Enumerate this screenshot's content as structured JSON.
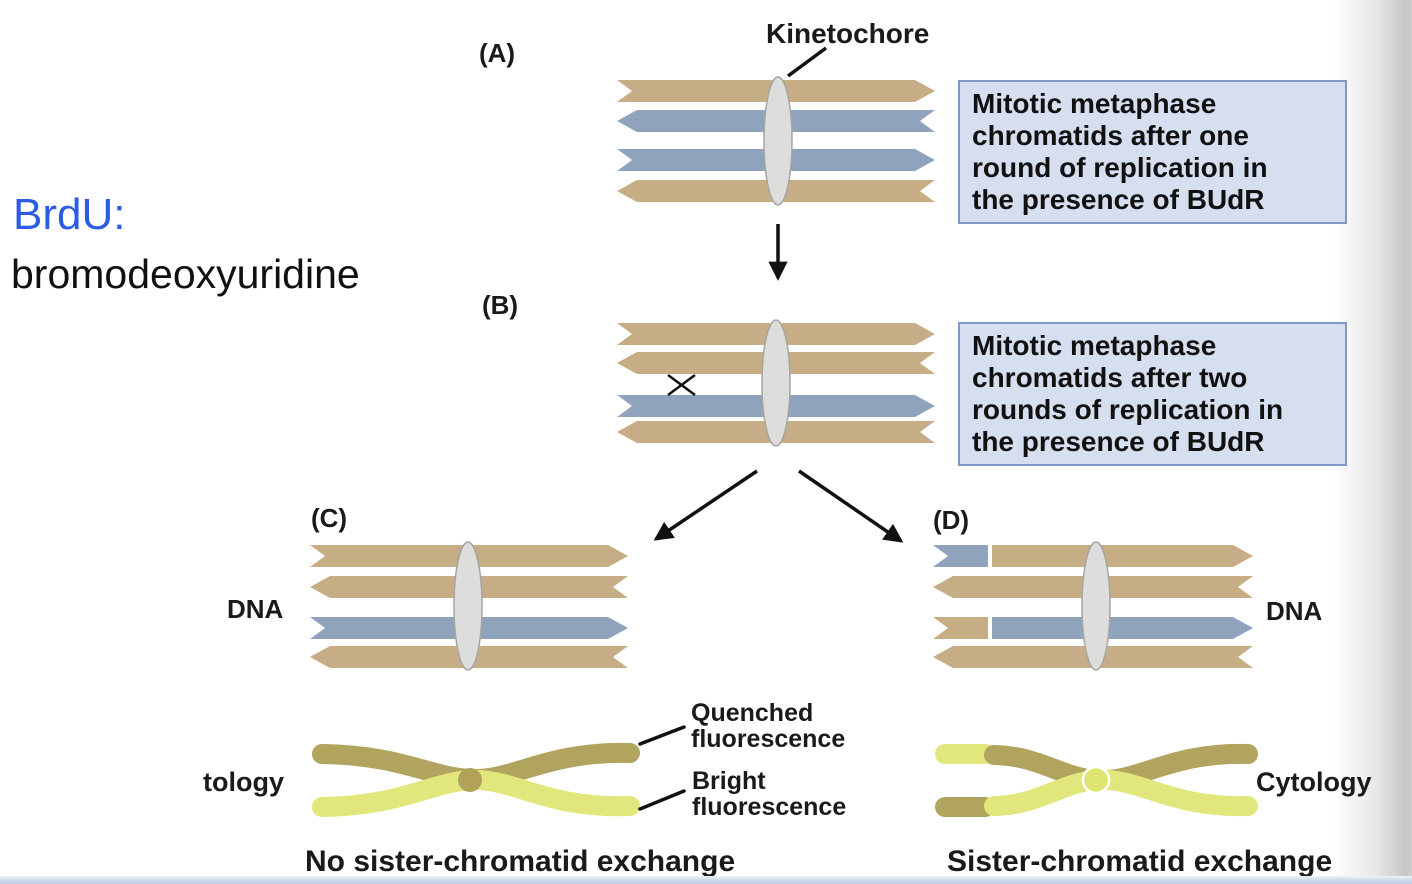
{
  "slide": {
    "definition": {
      "term": "BrdU:",
      "full_name": "bromodeoxyuridine"
    },
    "kinetochore_label": "Kinetochore",
    "panels": {
      "a": {
        "label": "(A)",
        "caption_lines": [
          "Mitotic metaphase",
          "chromatids after one",
          "round of replication in",
          "the presence of BUdR"
        ]
      },
      "b": {
        "label": "(B)",
        "caption_lines": [
          "Mitotic metaphase",
          "chromatids after two",
          "rounds of replication in",
          "the presence of BUdR"
        ]
      },
      "c": {
        "label": "(C)",
        "dna_label": "DNA",
        "result_caption": "No sister-chromatid exchange"
      },
      "d": {
        "label": "(D)",
        "dna_label": "DNA",
        "result_caption": "Sister-chromatid exchange"
      }
    },
    "cytology": {
      "left_label_partial": "tology",
      "right_label": "Cytology",
      "quenched_lines": [
        "Quenched",
        "fluorescence"
      ],
      "bright_lines": [
        "Bright",
        "fluorescence"
      ]
    },
    "legend_colors": {
      "unsubstituted_strand_tan": "#c6ad85",
      "brdu_strand_blue": "#8fa3bd",
      "quenched_chromatid_olive": "#b0a45e",
      "bright_chromatid_yellow": "#e1e77c",
      "caption_box_bg": "#d6dff0",
      "caption_box_border": "#7f99ca",
      "brdu_text_blue": "#2b5de4",
      "kinetochore_fill": "#dddddb"
    }
  }
}
